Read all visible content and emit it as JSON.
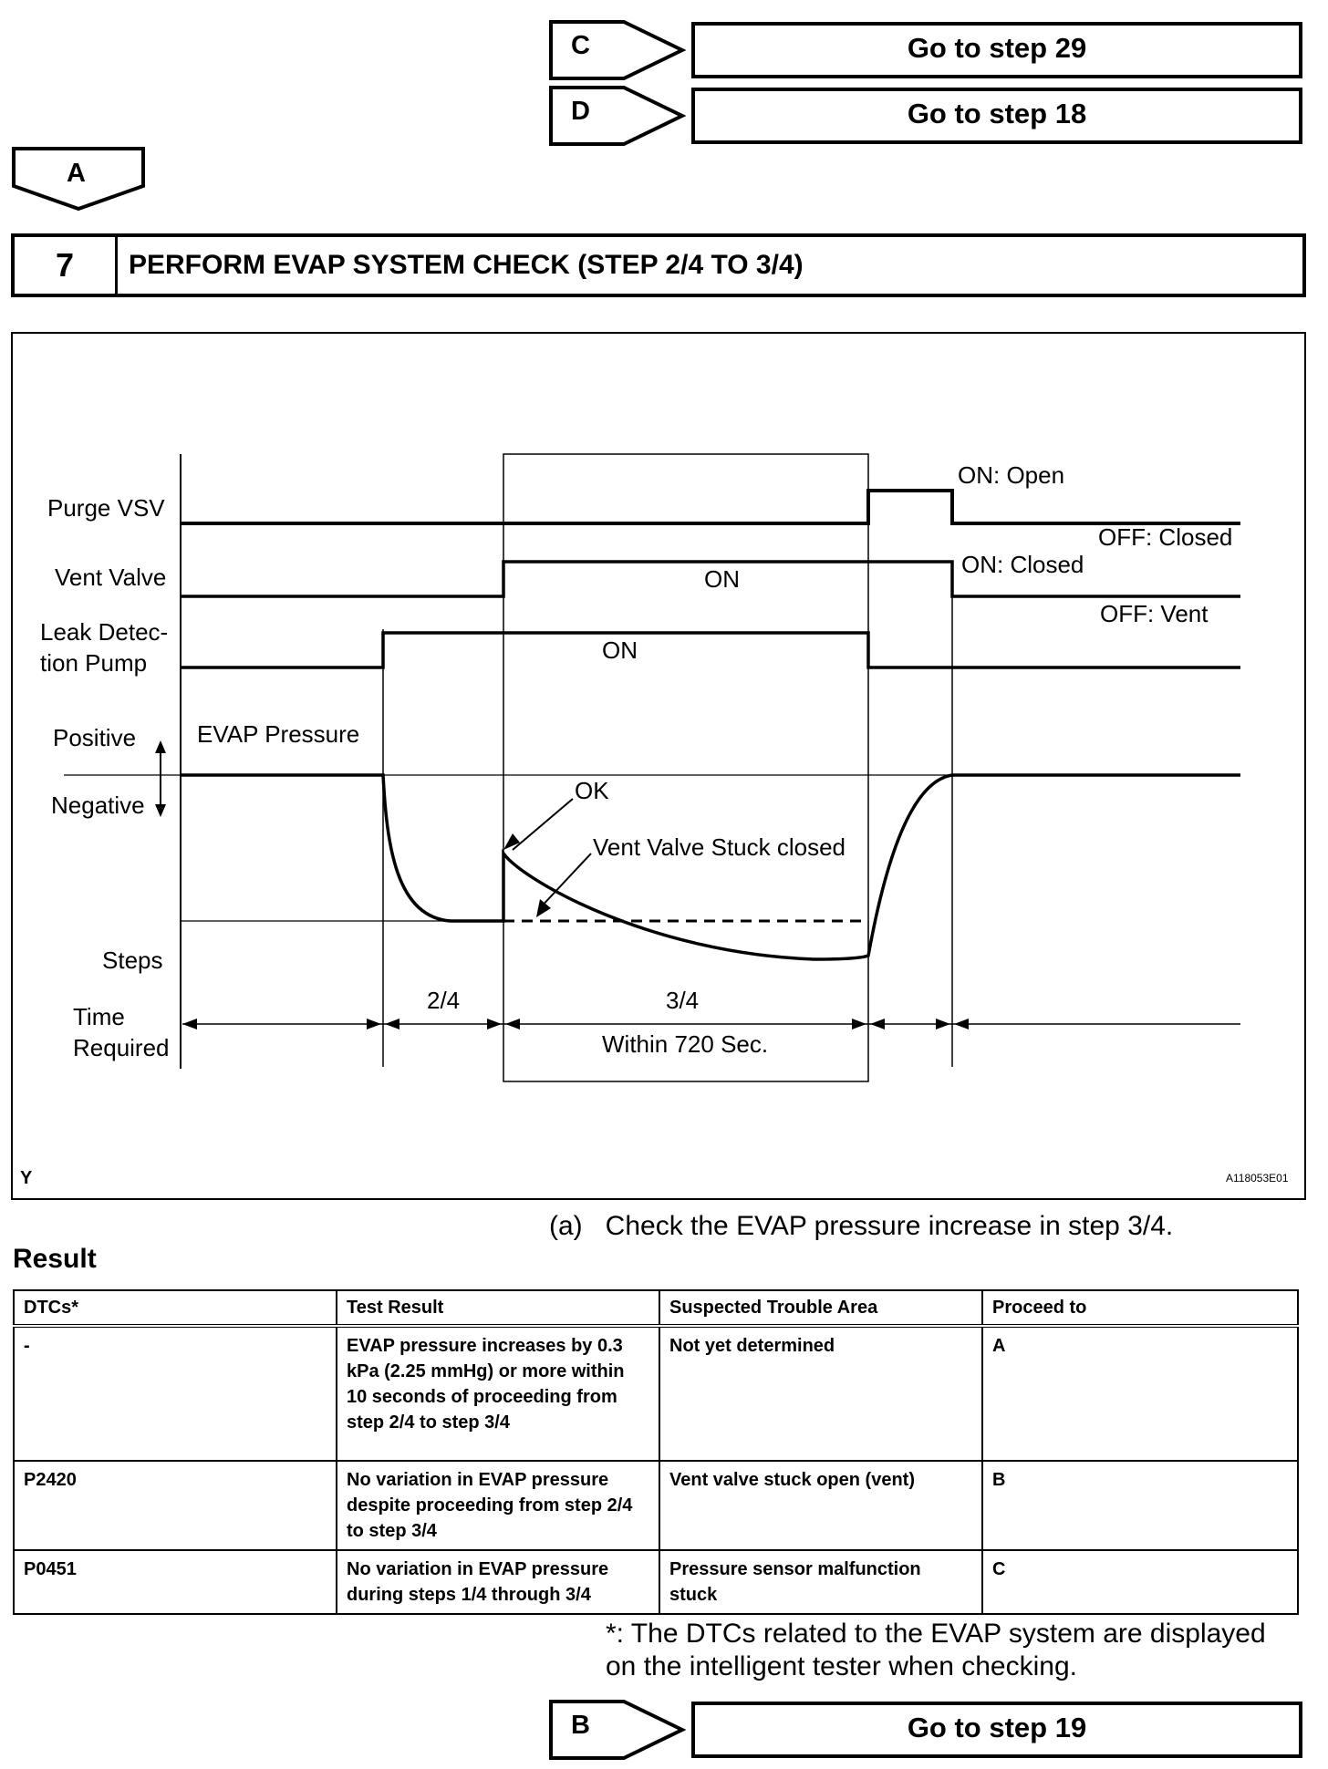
{
  "nav_top": [
    {
      "tag": "C",
      "action": "Go to step 29"
    },
    {
      "tag": "D",
      "action": "Go to step 18"
    }
  ],
  "continue_tag": "A",
  "step": {
    "number": "7",
    "title": "PERFORM EVAP SYSTEM CHECK (STEP 2/4 TO 3/4)"
  },
  "diagram": {
    "signals": {
      "purge_vsv": "Purge VSV",
      "vent_valve": "Vent Valve",
      "leak_pump_line1": "Leak Detec-",
      "leak_pump_line2": "tion Pump"
    },
    "state_labels": {
      "purge_on": "ON: Open",
      "purge_off": "OFF: Closed",
      "vent_on": "ON: Closed",
      "vent_off": "OFF: Vent",
      "vent_on_mid": "ON",
      "pump_on": "ON"
    },
    "pressure": {
      "title": "EVAP Pressure",
      "positive": "Positive",
      "negative": "Negative",
      "ok": "OK",
      "stuck": "Vent Valve Stuck closed"
    },
    "steps_label": "Steps",
    "time_label_line1": "Time",
    "time_label_line2": "Required",
    "step_24": "2/4",
    "step_34": "3/4",
    "step_34_time": "Within 720 Sec.",
    "corner_left": "Y",
    "corner_right": "A118053E01"
  },
  "caption": "(a)   Check the EVAP pressure increase in step 3/4.",
  "result_heading": "Result",
  "table": {
    "headers": [
      "DTCs*",
      "Test Result",
      "Suspected Trouble Area",
      "Proceed to"
    ],
    "rows": [
      [
        "-",
        "EVAP pressure increases by 0.3 kPa (2.25 mmHg) or more within 10 seconds of proceeding from step 2/4 to step 3/4",
        "Not yet determined",
        "A"
      ],
      [
        "P2420",
        "No variation in EVAP pressure despite proceeding from step 2/4 to step 3/4",
        "Vent valve stuck open (vent)",
        "B"
      ],
      [
        "P0451",
        "No variation in EVAP pressure during steps 1/4 through 3/4",
        "Pressure sensor malfunction stuck",
        "C"
      ]
    ]
  },
  "footnote": "*: The DTCs related to the EVAP system are displayed on the intelligent tester when checking.",
  "nav_bottom": {
    "tag": "B",
    "action": "Go to step 19"
  }
}
